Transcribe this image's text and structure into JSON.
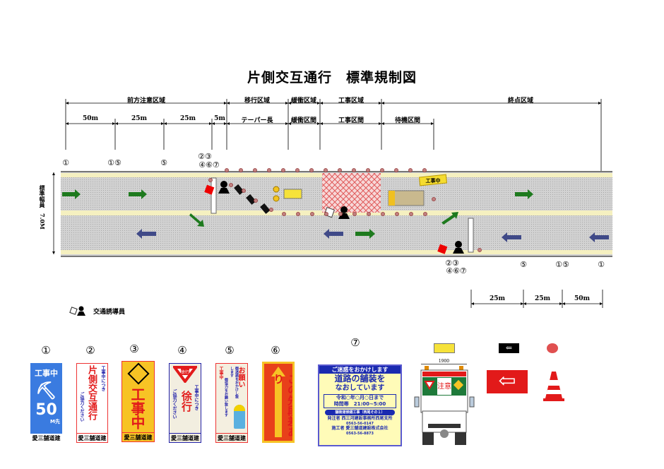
{
  "title": "片側交互通行　標準規制図",
  "zones": [
    "前方注意区域",
    "移行区域",
    "緩衝区域",
    "工事区域",
    "終点区域"
  ],
  "sections": [
    "50m",
    "25m",
    "25m",
    "5m",
    "テーパー長",
    "緩衝区間",
    "工事区間",
    "待機区間"
  ],
  "top_markers": [
    "①",
    "①⑤",
    "⑤",
    "②③",
    "④⑥⑦"
  ],
  "bottom_markers": [
    "②③",
    "④⑥⑦",
    "⑤",
    "①⑤",
    "①"
  ],
  "bottom_sections": [
    "25m",
    "25m",
    "50m"
  ],
  "road_width_label": "標準幅員　7.0M",
  "legend": {
    "flagman": "交通誘導員"
  },
  "arrow_board_text": "工事中",
  "signs": [
    {
      "num": "①",
      "top": "工事中",
      "dist": "50",
      "unit": "M先",
      "company": "愛三舗道建設"
    },
    {
      "num": "②",
      "main": "片側交互通行",
      "sub1": "工事中につき",
      "sub2": "ご協力ください",
      "company": "愛三舗道建設"
    },
    {
      "num": "③",
      "main": "工事中",
      "company": "愛三舗道建設"
    },
    {
      "num": "④",
      "badge": "徐行",
      "main": "徐行",
      "sub1": "工事中につき",
      "sub2": "ご協力ください",
      "company": "愛三舗道建設"
    },
    {
      "num": "⑤",
      "main": "お願い",
      "sub0": "工事中",
      "sub1": "御迷惑をおかけし致します",
      "sub2": "御協力をお願い致します",
      "company": "愛三舗道建設"
    },
    {
      "num": "⑥",
      "main": "この先段差あり"
    },
    {
      "num": "⑦",
      "header": "ご迷惑をおかけします",
      "main1": "道路の舗装を",
      "main2": "なおしています",
      "period": "令和○年○月○日まで",
      "hours_label": "時間帯",
      "hours": "21:00~5:00",
      "project": "舗装道修繕工事（西尾その１）",
      "orderer_label": "発注者",
      "orderer": "西三河建設事務所西尾支所",
      "orderer_tel": "0563-56-0147",
      "contractor_label": "施工者",
      "contractor": "愛三舗道建設株式会社",
      "contractor_tel": "0563-56-8873"
    }
  ],
  "truck": {
    "width_label": "1900",
    "panel_text": "注意"
  },
  "colors": {
    "road": "#c8c8c8",
    "lane_line": "#f5f0c0",
    "arrow_green": "#1e7a1e",
    "arrow_blue": "#404a88",
    "sign_blue": "#3a7be0",
    "red": "#e21a1a",
    "yellow": "#f7c325"
  }
}
